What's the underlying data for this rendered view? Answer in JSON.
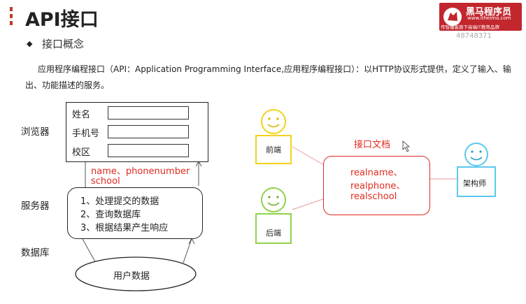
{
  "slide": {
    "title": "API接口",
    "subtitle": "接口概念",
    "description": "应用程序编程接口（API：Application Programming Interface,应用程序编程接口）：以HTTP协议形式提供，定义了输入、输出、功能描述的服务。"
  },
  "brand": {
    "name": "黑马程序员",
    "url": "www.itheima.com",
    "slogan": "传智播客旗下高端IT教育品牌",
    "watermark": "48748371"
  },
  "left_diagram": {
    "layers": [
      "浏览器",
      "服务器",
      "数据库"
    ],
    "form_fields": [
      "姓名",
      "手机号",
      "校区"
    ],
    "request_params_line1": "name、phonenumber",
    "request_params_line2": "school",
    "server_steps": [
      "1、处理提交的数据",
      "2、查询数据库",
      "3、根据结果产生响应"
    ],
    "database_label": "用户数据"
  },
  "right_diagram": {
    "doc_title": "接口文档",
    "doc_fields": [
      "realname、",
      "realphone、",
      "realschool"
    ],
    "roles": [
      "前端",
      "后端",
      "架构师"
    ]
  },
  "colors": {
    "accent_red": "#e02a1f",
    "brand_red": "#c1272d",
    "frontend_face": "#f4e01e",
    "backend_face": "#8fd24b",
    "architect_face": "#5bc8ee"
  }
}
